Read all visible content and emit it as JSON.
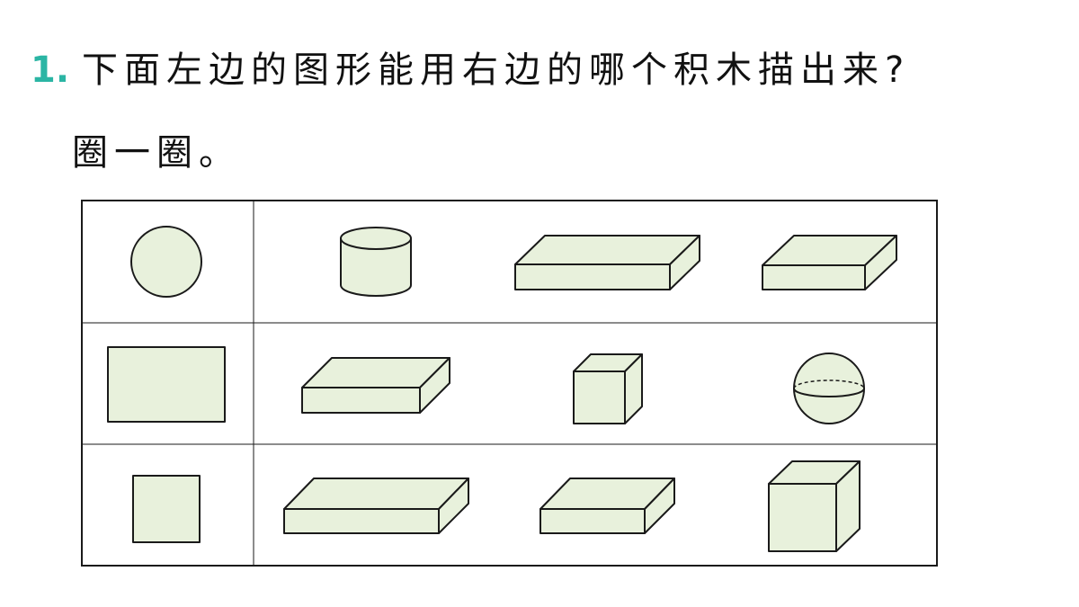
{
  "question": {
    "number": "1.",
    "line1": "下面左边的图形能用右边的哪个积木描出来?",
    "line2": "圈一圈。"
  },
  "rows": [
    {
      "shape_2d": "circle",
      "blocks": [
        "cylinder",
        "long-flat-cuboid",
        "short-flat-cuboid"
      ]
    },
    {
      "shape_2d": "rectangle",
      "blocks": [
        "flat-cuboid",
        "cube",
        "sphere"
      ]
    },
    {
      "shape_2d": "square",
      "blocks": [
        "long-flat-cuboid",
        "short-flat-cuboid",
        "cube"
      ]
    }
  ],
  "colors": {
    "shape_fill": "#e8f1dc",
    "outline": "#1a1a1a",
    "number_accent": "#2bb5a4"
  }
}
